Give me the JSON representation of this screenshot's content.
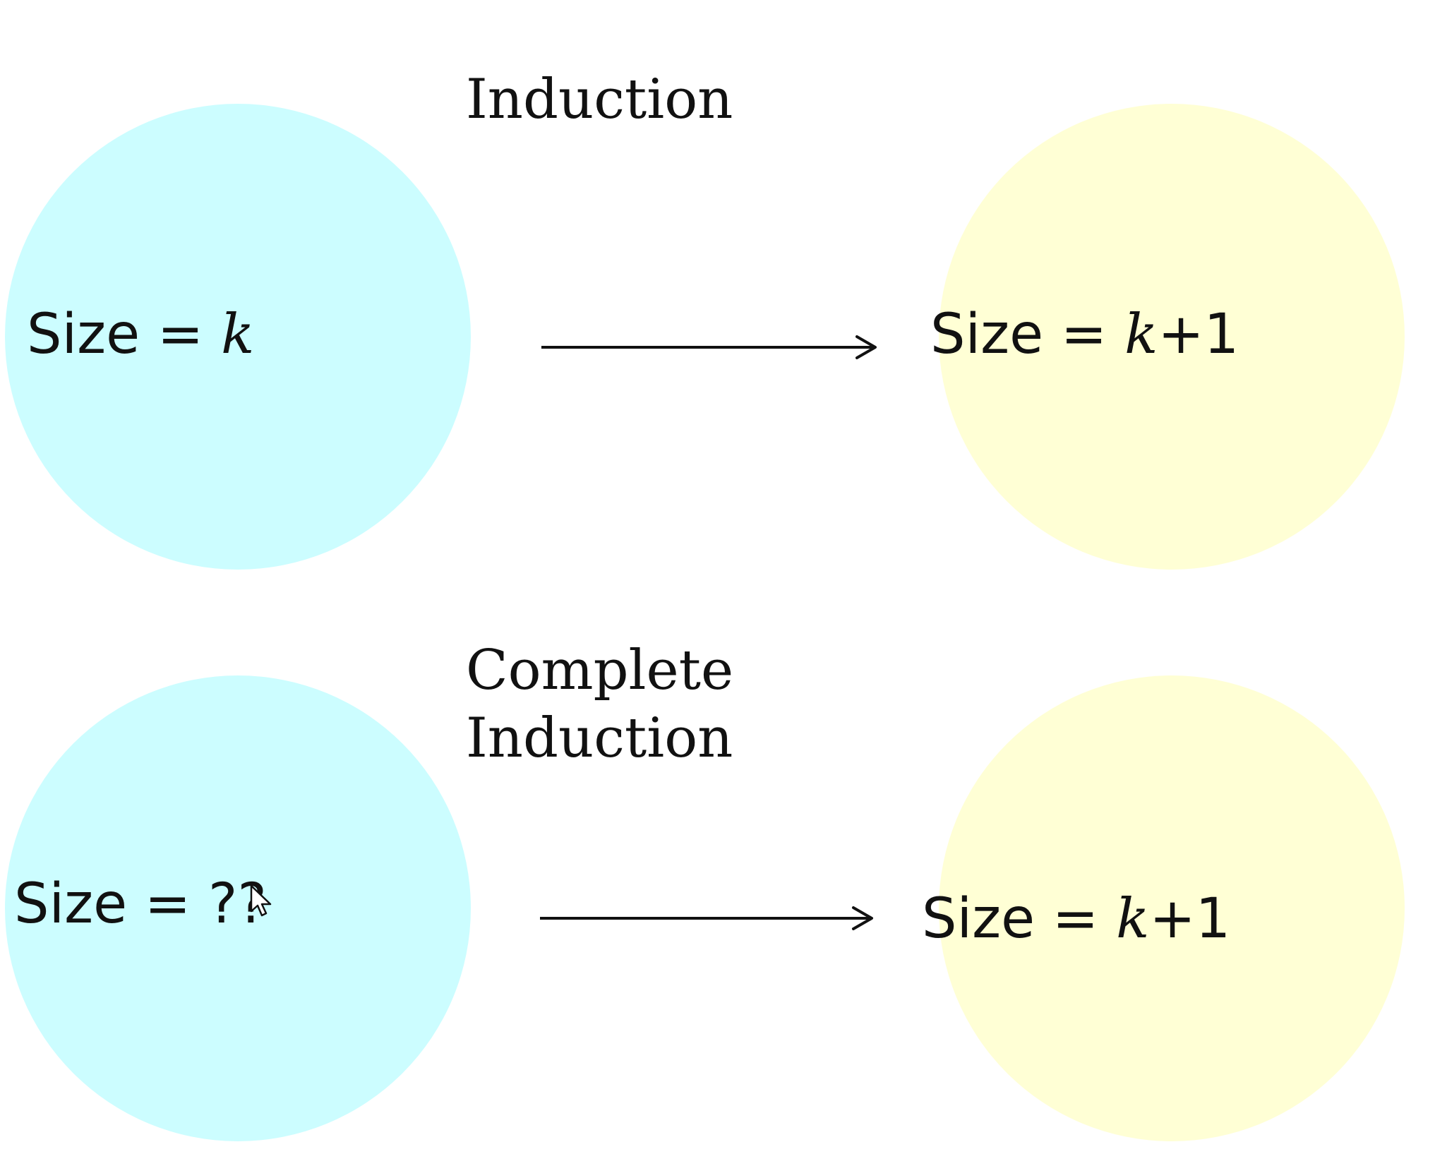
{
  "colors": {
    "base_circle": "#ccfdff",
    "step_circle": "#ffffd5",
    "text": "#111111",
    "background": "#ffffff"
  },
  "icons": {
    "cursor": "mouse-pointer-icon"
  },
  "induction": {
    "title": "Induction",
    "left": {
      "prefix": "Size = ",
      "variable": "k"
    },
    "right": {
      "prefix": "Size = ",
      "variable": "k",
      "suffix": "+1"
    }
  },
  "complete_induction": {
    "title_line1": "Complete",
    "title_line2": "Induction",
    "left": {
      "prefix": "Size = ??"
    },
    "right": {
      "prefix": "Size = ",
      "variable": "k",
      "suffix": "+1"
    }
  }
}
